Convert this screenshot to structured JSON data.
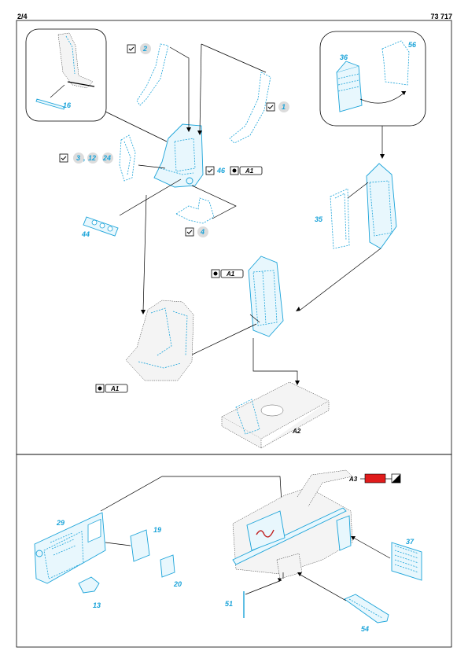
{
  "header": {
    "page": "2/4",
    "code": "73 717"
  },
  "parts": {
    "p1": "1",
    "p2": "2",
    "p3": "3",
    "p12": "12",
    "p24": "24",
    "p4": "4",
    "p13": "13",
    "p16": "16",
    "p19": "19",
    "p20": "20",
    "p29": "29",
    "p35": "35",
    "p36": "36",
    "p37": "37",
    "p44": "44",
    "p46": "46",
    "p51": "51",
    "p54": "54",
    "p56": "56"
  },
  "refs": {
    "a1": "A1",
    "a2": "A2",
    "a3": "A3"
  },
  "separator": ",",
  "colors": {
    "part_fill": "#e8f7fd",
    "part_stroke": "#1aa3d9",
    "paint_red": "#e01b1b",
    "frame": "#000000"
  },
  "icons": [
    "fold-check-icon",
    "glue-icon",
    "paint-swatch-icon"
  ]
}
